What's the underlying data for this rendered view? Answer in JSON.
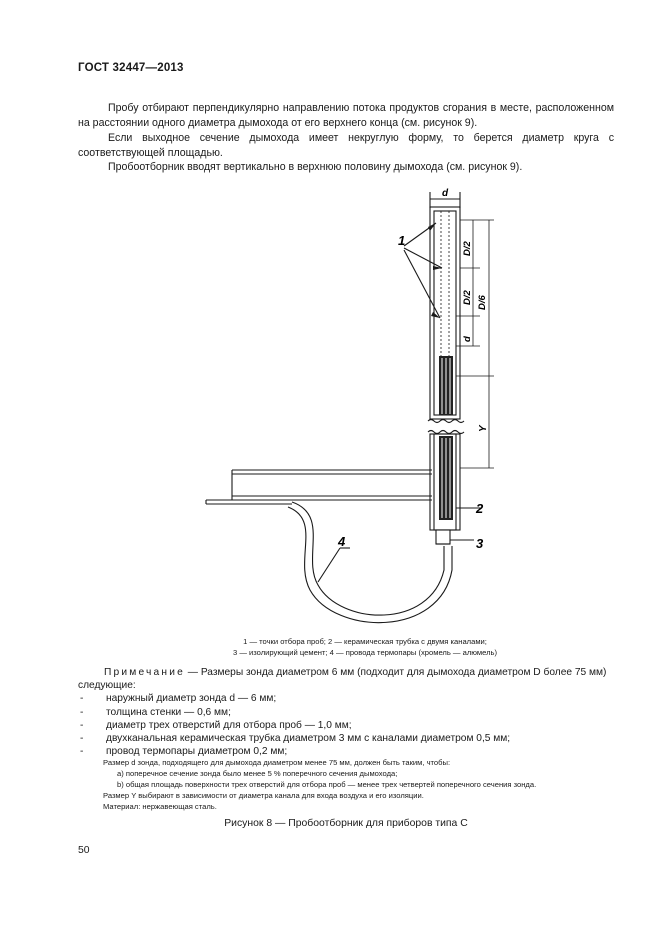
{
  "header": {
    "doc_id": "ГОСТ 32447—2013"
  },
  "body": {
    "p1": "Пробу отбирают перпендикулярно направлению потока продуктов сгорания в месте, расположенном на расстоянии одного диаметра дымохода от его верхнего конца (см. рисунок 9).",
    "p2": "Если выходное сечение дымохода имеет некруглую форму, то берется диаметр круга с соответствующей площадью.",
    "p3": "Пробоотборник вводят вертикально в верхнюю половину дымохода (см. рисунок 9)."
  },
  "figure": {
    "labels": {
      "n1": "1",
      "n2": "2",
      "n3": "3",
      "n4": "4",
      "d_top": "d",
      "d_small": "d",
      "dim1": "D/2",
      "dim2": "D/2",
      "dim3": "D/6",
      "y": "Y"
    },
    "legend_line1": "1 — точки отбора проб; 2 — керамическая трубка с двумя каналами;",
    "legend_line2": "3 — изолирующий цемент; 4 — провода термопары (хромель — алюмель)"
  },
  "note": {
    "prefix": "Примечание",
    "text": " — Размеры зонда диаметром 6 мм (подходит для дымохода диаметром D более 75 мм) следующие:",
    "items": [
      "наружный диаметр зонда d — 6 мм;",
      "толщина стенки — 0,6 мм;",
      "диаметр трех отверстий для отбора проб — 1,0 мм;",
      "двухканальная керамическая трубка диаметром 3 мм с каналами диаметром 0,5 мм;",
      "провод термопары диаметром 0,2 мм;"
    ]
  },
  "small_notes": {
    "l1": "Размер d зонда, подходящего для дымохода диаметром менее 75 мм, должен быть таким, чтобы:",
    "l2": "а) поперечное сечение зонда было менее 5 % поперечного сечения дымохода;",
    "l3": "b) общая площадь поверхности трех отверстий для отбора проб — менее трех четвертей поперечного сечения зонда.",
    "l4": "Размер Y выбирают в зависимости от диаметра канала для входа воздуха и его изоляции.",
    "l5": "Материал: нержавеющая сталь."
  },
  "figure_title": "Рисунок 8 — Пробоотборник для приборов типа С",
  "page_number": "50"
}
